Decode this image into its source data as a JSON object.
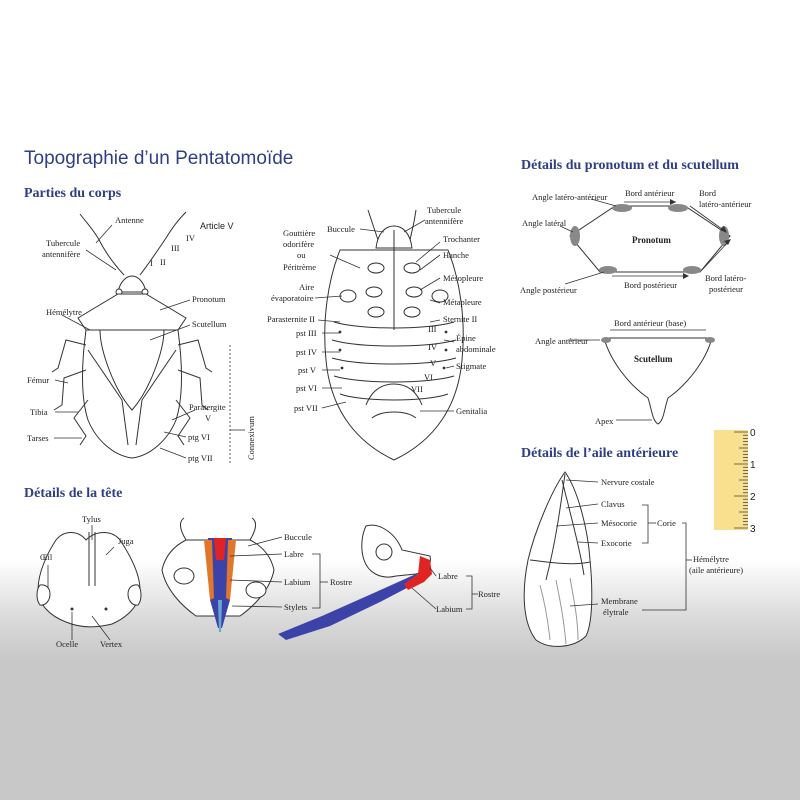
{
  "titles": {
    "main": "Topographie d’un Pentatomoïde",
    "body": "Parties du corps",
    "head": "Détails de la tête",
    "pronotum": "Détails du pronotum et du scutellum",
    "wing": "Détails de l’aile antérieure"
  },
  "body_labels": {
    "antenne": "Antenne",
    "article": "Article V",
    "iv": "IV",
    "iii": "III",
    "ii": "II",
    "i": "I",
    "tubercule1": "Tubercule",
    "tubercule2": "antennifère",
    "pronotum": "Pronotum",
    "hemelytre": "Hémélytre",
    "scutellum": "Scutellum",
    "femur": "Fémur",
    "tibia": "Tibia",
    "tarses": "Tarses",
    "paratergite1": "Paratergite",
    "paratergite2": "V",
    "ptg6": "ptg VI",
    "ptg7": "ptg VII",
    "connexivum": "Connexivum"
  },
  "ventral_labels": {
    "buccule": "Buccule",
    "tubercule1": "Tubercule",
    "tubercule2": "antennifère",
    "gouttiere1": "Gouttière",
    "gouttiere2": "odorifère",
    "gouttiere3": "ou",
    "peritreme": "Péritrème",
    "aire1": "Aire",
    "aire2": "évaporatoire",
    "trochanter": "Trochanter",
    "hanche": "Hanche",
    "mesopleure": "Mésopleure",
    "metapleure": "Métapleure",
    "parasternite": "Parasternite II",
    "sternite": "Sternite II",
    "pst3": "pst III",
    "pst4": "pst IV",
    "pst5": "pst V",
    "pst6": "pst VI",
    "pst7": "pst VII",
    "r3": "III",
    "r4": "IV",
    "r5": "V",
    "r6": "VI",
    "r7": "VII",
    "epine1": "Épine",
    "epine2": "abdominale",
    "stigmate": "Stigmate",
    "genitalia": "Genitalia"
  },
  "pronotum_labels": {
    "angle_latero_anterieur": "Angle latéro-antérieur",
    "bord_anterieur": "Bord antérieur",
    "bord_latero_anterieur1": "Bord",
    "bord_latero_anterieur2": "latéro-antérieur",
    "angle_lateral": "Angle latéral",
    "pronotum": "Pronotum",
    "angle_posterieur": "Angle postérieur",
    "bord_posterieur": "Bord postérieur",
    "bord_latero_posterieur1": "Bord latéro-",
    "bord_latero_posterieur2": "postérieur"
  },
  "scutellum_labels": {
    "bord_anterieur_base": "Bord antérieur (base)",
    "angle_anterieur": "Angle antérieur",
    "scutellum": "Scutellum",
    "apex": "Apex"
  },
  "ruler": {
    "ticks": [
      "0",
      "1",
      "2",
      "3"
    ],
    "color": "#f8e08e"
  },
  "wing_labels": {
    "nervure_costale": "Nervure costale",
    "clavus": "Clavus",
    "mesocorie": "Mésocorie",
    "corie": "Corie",
    "exocorie": "Exocorie",
    "hemelytre1": "Hémélytre",
    "hemelytre2": "(aile antérieure)",
    "membrane1": "Membrane",
    "membrane2": "élytrale"
  },
  "head_labels": {
    "tylus": "Tylus",
    "juga": "Juga",
    "oeil": "Œil",
    "ocelle": "Ocelle",
    "vertex": "Vertex",
    "buccule": "Buccule",
    "labre": "Labre",
    "labium": "Labium",
    "stylets": "Stylets",
    "rostre": "Rostre",
    "labre2": "Labre",
    "labium2": "Labium",
    "rostre2": "Rostre"
  },
  "colors": {
    "title": "#2f3e85",
    "labium_blue": "#3b43a8",
    "labre_red": "#e02424",
    "stylet_orange": "#e0772a"
  }
}
